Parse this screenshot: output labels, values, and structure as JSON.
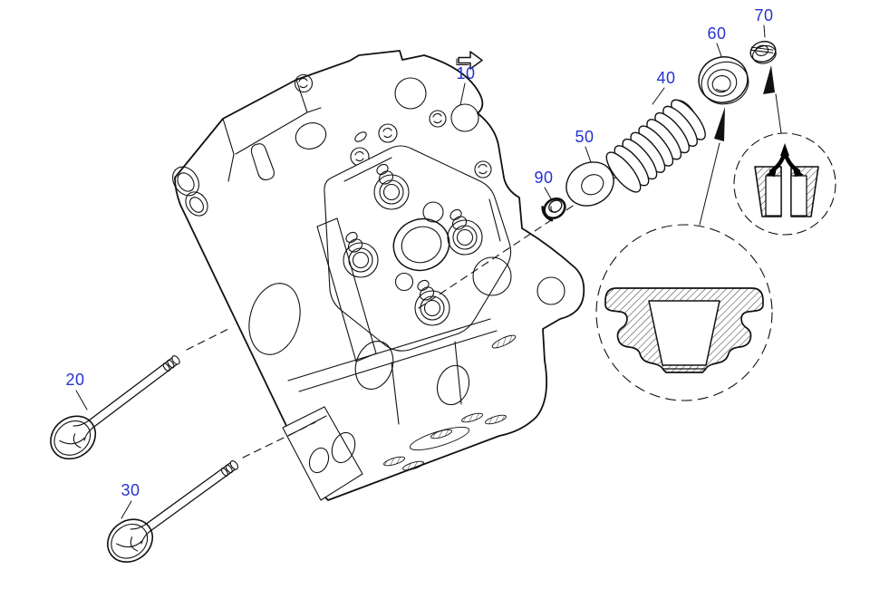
{
  "diagram": {
    "type": "exploded-parts-diagram",
    "subject": "cylinder-head-valve-assembly",
    "callouts": [
      {
        "id": "10",
        "label": "10",
        "part": "cylinder-head"
      },
      {
        "id": "20",
        "label": "20",
        "part": "valve-upper"
      },
      {
        "id": "30",
        "label": "30",
        "part": "valve-lower"
      },
      {
        "id": "40",
        "label": "40",
        "part": "valve-spring"
      },
      {
        "id": "50",
        "label": "50",
        "part": "spring-seat-washer"
      },
      {
        "id": "60",
        "label": "60",
        "part": "spring-retainer"
      },
      {
        "id": "70",
        "label": "70",
        "part": "valve-keepers"
      },
      {
        "id": "90",
        "label": "90",
        "part": "valve-stem-seal"
      }
    ],
    "insets": [
      {
        "name": "retainer-cross-section",
        "style": "dashed-circle"
      },
      {
        "name": "keeper-halves-cross-section",
        "style": "dashed-circle"
      }
    ],
    "colors": {
      "background": "#ffffff",
      "line": "#111111",
      "label": "#2433cf"
    }
  }
}
